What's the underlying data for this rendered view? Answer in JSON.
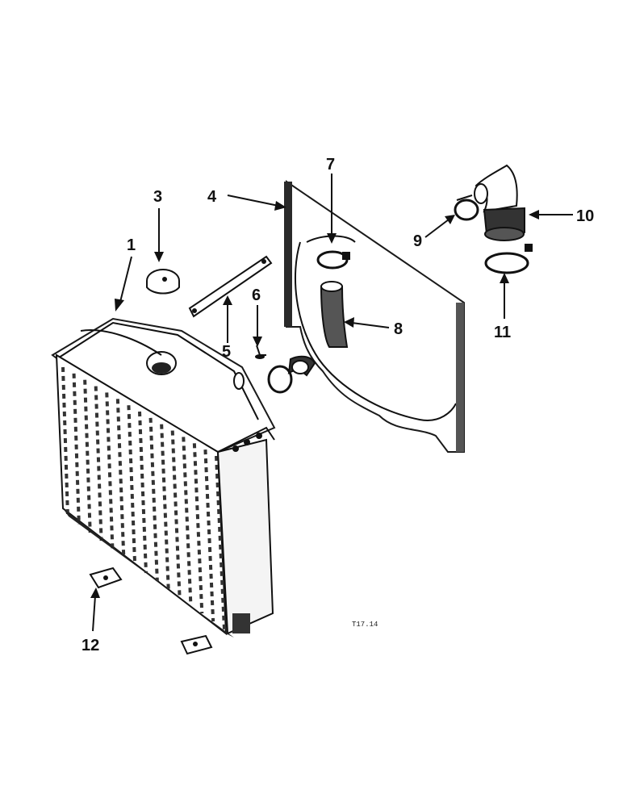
{
  "figure_ref": "T17.14",
  "callouts": [
    {
      "id": "1",
      "label": "1"
    },
    {
      "id": "2",
      "label": "3"
    },
    {
      "id": "3",
      "label": "4"
    },
    {
      "id": "4",
      "label": "5"
    },
    {
      "id": "5",
      "label": "6"
    },
    {
      "id": "6",
      "label": "7"
    },
    {
      "id": "7",
      "label": "8"
    },
    {
      "id": "8",
      "label": "9"
    },
    {
      "id": "9",
      "label": "10"
    },
    {
      "id": "10",
      "label": "11"
    },
    {
      "id": "11",
      "label": "12"
    }
  ]
}
